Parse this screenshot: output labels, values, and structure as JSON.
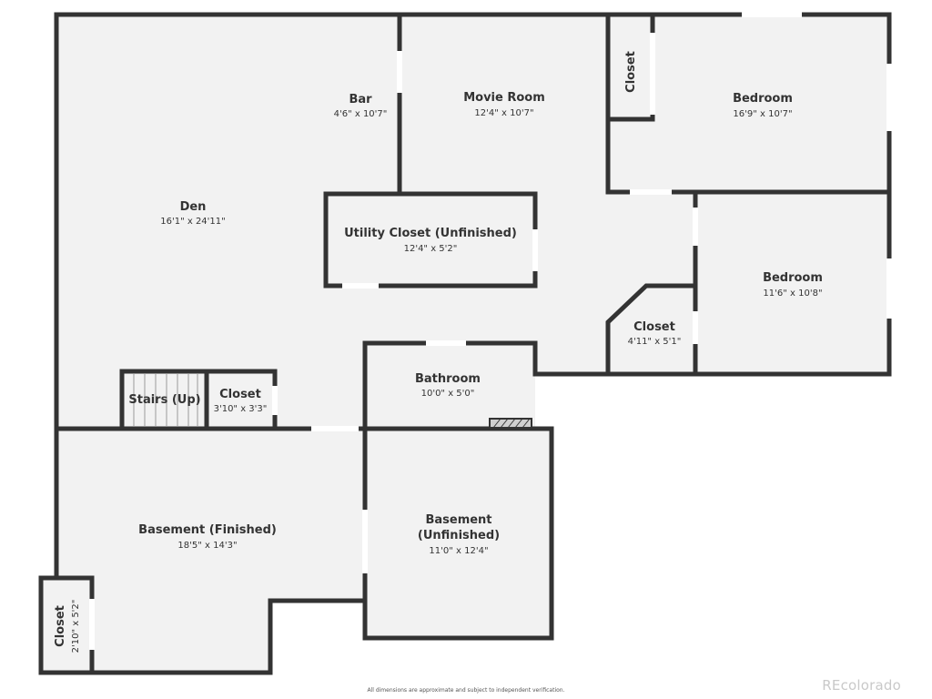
{
  "colors": {
    "wall": "#333333",
    "floor": "#f2f2f2",
    "opening": "#ffffff",
    "text": "#333333",
    "brand": "#c9c9c9"
  },
  "rooms": {
    "den": {
      "name": "Den",
      "dims": "16'1\" x 24'11\""
    },
    "bar": {
      "name": "Bar",
      "dims": "4'6\" x 10'7\""
    },
    "movie_room": {
      "name": "Movie Room",
      "dims": "12'4\" x 10'7\""
    },
    "closet_top": {
      "name": "Closet"
    },
    "bedroom_top": {
      "name": "Bedroom",
      "dims": "16'9\" x 10'7\""
    },
    "utility_closet": {
      "name": "Utility Closet (Unfinished)",
      "dims": "12'4\" x 5'2\""
    },
    "bedroom_right": {
      "name": "Bedroom",
      "dims": "11'6\" x 10'8\""
    },
    "closet_mid": {
      "name": "Closet",
      "dims": "4'11\" x 5'1\""
    },
    "stairs": {
      "name": "Stairs (Up)"
    },
    "closet_small": {
      "name": "Closet",
      "dims": "3'10\" x 3'3\""
    },
    "bathroom": {
      "name": "Bathroom",
      "dims": "10'0\" x 5'0\""
    },
    "basement_finished": {
      "name": "Basement (Finished)",
      "dims": "18'5\" x 14'3\""
    },
    "basement_unfinished": {
      "name_line1": "Basement",
      "name_line2": "(Unfinished)",
      "dims": "11'0\" x 12'4\""
    },
    "closet_bottom": {
      "name": "Closet",
      "dims": "2'10\" x 5'2\""
    }
  },
  "footer": {
    "disclaimer": "All dimensions are approximate and subject to independent verification.",
    "brand": "REcolorado"
  }
}
